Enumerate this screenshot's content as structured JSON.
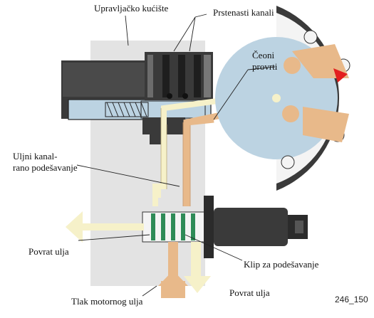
{
  "labels": {
    "housing": "Upravljačko kućište",
    "ring_channels": "Prstenasti kanali",
    "face_holes_line1": "Čeoni",
    "face_holes_line2": "provrti",
    "oil_channels_line1": "Uljni kanal-",
    "oil_channels_line2": "rano podešavanje",
    "oil_return_left": "Povrat ulja",
    "adjust_piston": "Klip za podešavanje",
    "engine_oil_pressure": "Tlak motornog ulja",
    "oil_return_bottom": "Povrat ulja",
    "figure_code": "246_150"
  },
  "colors": {
    "housing_fill": "#e3e3e3",
    "shaft_blue": "#bcd3e2",
    "dark_solenoid": "#3a3a3a",
    "oil_pressure_tan": "#e8b98a",
    "oil_return_cream": "#f6f1c9",
    "arrow_red": "#e31e1e",
    "seal_green": "#2e8b57"
  }
}
